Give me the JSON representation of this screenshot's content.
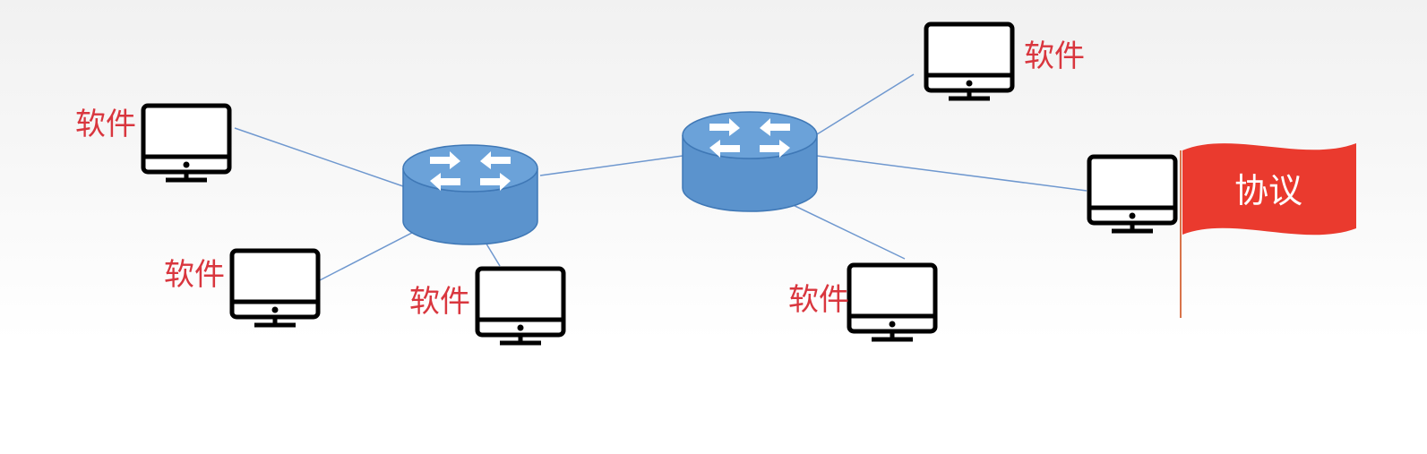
{
  "colors": {
    "link": "#6f98cf",
    "router_fill": "#5d95cf",
    "router_edge": "#3f78b6",
    "monitor": "#000000",
    "label": "#d9363e",
    "flag": "#ea3a2e",
    "flag_pole": "#d8734a",
    "flag_text": "#ffffff"
  },
  "icons": {
    "host": "desktop-monitor-icon",
    "router": "router-icon",
    "flag": "flag-icon"
  },
  "hosts": [
    {
      "id": "host-left-top",
      "label": "软件"
    },
    {
      "id": "host-left-bottom",
      "label": "软件"
    },
    {
      "id": "host-center-bottom",
      "label": "软件"
    },
    {
      "id": "host-right-top",
      "label": "软件"
    },
    {
      "id": "host-right-bottom",
      "label": "软件"
    },
    {
      "id": "host-right-flag",
      "label": ""
    }
  ],
  "routers": [
    {
      "id": "router-left"
    },
    {
      "id": "router-right"
    }
  ],
  "links": [
    {
      "from": "host-left-top",
      "to": "router-left"
    },
    {
      "from": "host-left-bottom",
      "to": "router-left"
    },
    {
      "from": "host-center-bottom",
      "to": "router-left"
    },
    {
      "from": "router-left",
      "to": "router-right"
    },
    {
      "from": "router-right",
      "to": "host-right-top"
    },
    {
      "from": "router-right",
      "to": "host-right-flag"
    },
    {
      "from": "router-right",
      "to": "host-right-bottom"
    }
  ],
  "flag": {
    "label": "协议"
  }
}
